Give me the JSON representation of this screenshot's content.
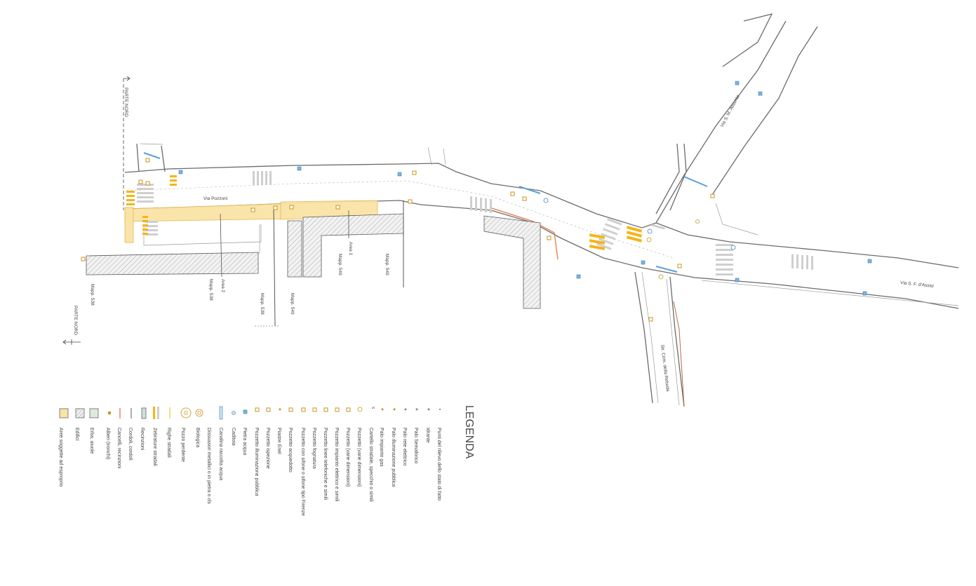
{
  "map": {
    "streets": [
      {
        "id": "via-pozzoni",
        "name": "Via Pozzoni"
      },
      {
        "id": "via-sf-assisi",
        "name": "Via S. F. d'Assisi"
      },
      {
        "id": "via-sm-assunta",
        "name": "Via S. M. Assunta"
      },
      {
        "id": "str-com-rebuda",
        "name": "Str. Com. della Rebuda"
      }
    ],
    "parcels": {
      "mapp538a": "Mapp. 538",
      "mapp538b": "Mapp. 538",
      "mapp538c": "Mapp. 538",
      "mapp549a": "Mapp. 549",
      "mapp549b": "Mapp. 549",
      "mapp549c": "Mapp. 549"
    },
    "areas": {
      "area1": "Area 1",
      "area2": "Area 2"
    },
    "section_markers": {
      "top": "PARTE NORD",
      "bottom": "PARTE NORD"
    }
  },
  "legend": {
    "title": "LEGENDA",
    "items": [
      {
        "label": "Punti del rilievo dello stato di fatto",
        "icon": "point-dot"
      },
      {
        "label": "Idrante",
        "icon": "hydrant-icon"
      },
      {
        "label": "Palo Semaforico",
        "icon": "traffic-light-pole-icon"
      },
      {
        "label": "Palo rete elettrico",
        "icon": "power-pole-icon"
      },
      {
        "label": "Palo illuminazione pubblica",
        "icon": "street-light-pole-icon"
      },
      {
        "label": "Palo impianto gas",
        "icon": "gas-pole-icon"
      },
      {
        "label": "Cartello stradale, specchio o simili",
        "icon": "road-sign-icon"
      },
      {
        "label": "Pozzetto (varie dimensioni)",
        "icon": "manhole-round-icon"
      },
      {
        "label": "Pozzetto (varie dimensioni)",
        "icon": "manhole-square-icon"
      },
      {
        "label": "Pozzetto impianto elettrico e simili",
        "icon": "electric-manhole-icon"
      },
      {
        "label": "Pozzetto linee telefoniche e simili",
        "icon": "telephone-manhole-icon"
      },
      {
        "label": "Pozzetto fognatura",
        "icon": "sewer-manhole-icon"
      },
      {
        "label": "Pozzetto con sifone o sifone tipo Firenze",
        "icon": "siphon-manhole-icon"
      },
      {
        "label": "Pozzetto acquedotto",
        "icon": "water-manhole-icon"
      },
      {
        "label": "Piastre Enel",
        "icon": "enel-plate-icon"
      },
      {
        "label": "Pozzetto ispezione",
        "icon": "inspection-manhole-icon"
      },
      {
        "label": "Pozzetto illuminazione pubblica",
        "icon": "lighting-manhole-icon"
      },
      {
        "label": "Pietra acqua",
        "icon": "water-stone-icon"
      },
      {
        "label": "Caditoia",
        "icon": "drain-icon"
      },
      {
        "label": "Canalina raccolta acqua",
        "icon": "water-channel-icon"
      },
      {
        "label": "Dissuasori metallici o in pietra o cls",
        "icon": "bollard-icon"
      },
      {
        "label": "Biologica",
        "icon": "biological-tank-icon"
      },
      {
        "label": "Pozzo perdente",
        "icon": "soakaway-icon"
      },
      {
        "label": "Righe stradali",
        "icon": "road-line-icon"
      },
      {
        "label": "Zebrature stradali",
        "icon": "road-hatching-icon"
      },
      {
        "label": "Recinzioni",
        "icon": "fence-icon"
      },
      {
        "label": "Cordoli, cordoli",
        "icon": "curb-icon"
      },
      {
        "label": "Cancelli, recinzioni",
        "icon": "gate-icon"
      },
      {
        "label": "Alberi (tronchi)",
        "icon": "tree-icon"
      },
      {
        "label": "Erba, aiuole",
        "icon": "grass-icon"
      },
      {
        "label": "Edifici",
        "icon": "building-icon"
      },
      {
        "label": "Aree soggette ad esproprio",
        "icon": "expropriation-area-icon"
      }
    ]
  },
  "colors": {
    "expropriation": "#f9e3a6",
    "hatching": "#f5b418",
    "zebra": "#cfcfcf",
    "blue_symbols": "#7fb3e0",
    "curb_orange": "#e07a4a",
    "manhole": "#c8941f"
  }
}
